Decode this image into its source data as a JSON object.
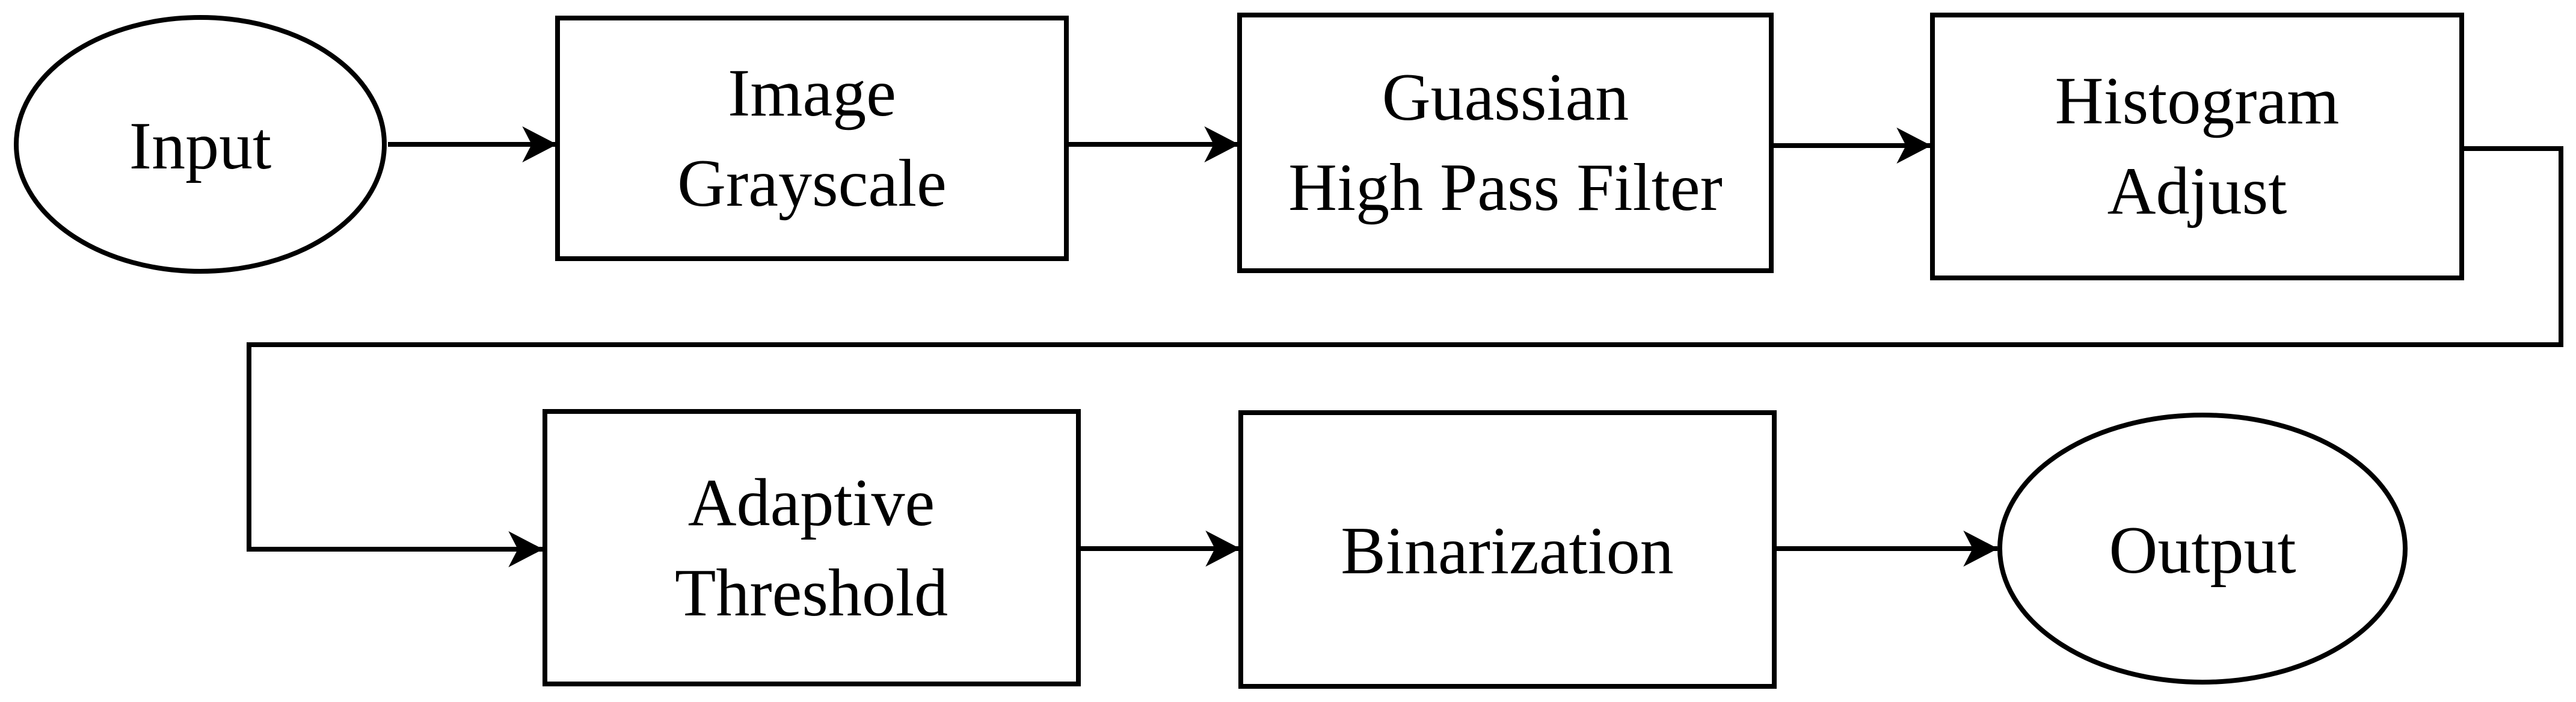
{
  "diagram": {
    "type": "flowchart",
    "background_color": "#ffffff",
    "stroke_color": "#000000",
    "text_color": "#000000",
    "nodes": [
      {
        "id": "input",
        "shape": "ellipse",
        "lines": [
          "Input"
        ]
      },
      {
        "id": "image-grayscale",
        "shape": "rect",
        "lines": [
          "Image",
          "Grayscale"
        ]
      },
      {
        "id": "gaussian-high-pass-filter",
        "shape": "rect",
        "lines": [
          "Guassian",
          "High Pass Filter"
        ]
      },
      {
        "id": "histogram-adjust",
        "shape": "rect",
        "lines": [
          "Histogram",
          "Adjust"
        ]
      },
      {
        "id": "adaptive-threshold",
        "shape": "rect",
        "lines": [
          "Adaptive",
          "Threshold"
        ]
      },
      {
        "id": "binarization",
        "shape": "rect",
        "lines": [
          "Binarization"
        ]
      },
      {
        "id": "output",
        "shape": "ellipse",
        "lines": [
          "Output"
        ]
      }
    ],
    "edges": [
      {
        "from": "input",
        "to": "image-grayscale"
      },
      {
        "from": "image-grayscale",
        "to": "gaussian-high-pass-filter"
      },
      {
        "from": "gaussian-high-pass-filter",
        "to": "histogram-adjust"
      },
      {
        "from": "histogram-adjust",
        "to": "adaptive-threshold"
      },
      {
        "from": "adaptive-threshold",
        "to": "binarization"
      },
      {
        "from": "binarization",
        "to": "output"
      }
    ]
  }
}
